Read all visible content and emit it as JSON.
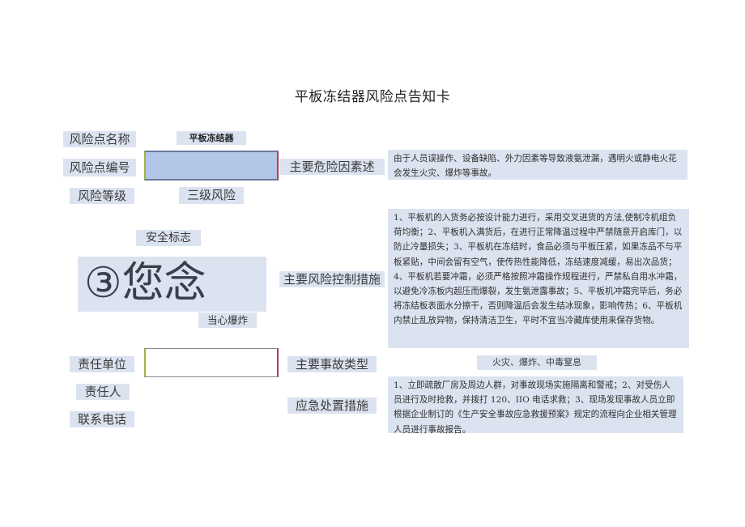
{
  "card": {
    "title": "平板冻结器风险点告知卡"
  },
  "info": {
    "risk_point_name_label": "风险点名称",
    "risk_point_name_value": "平板冻结器",
    "risk_point_code_label": "风险点编号",
    "risk_point_code_value": "",
    "risk_level_label": "风险等级",
    "risk_level_value": "三级风险"
  },
  "hazard": {
    "label": "主要危险因素述",
    "text": "由于人员误操作、设备缺陷、外力因素等导致液氨泄漏，遇明火或静电火花会发生火灾、爆炸等事故。"
  },
  "safety_sign": {
    "label": "安全标志",
    "glyph": "③您念",
    "caption": "当心爆炸"
  },
  "control": {
    "label": "主要风险控制措施",
    "text": "1、平板机的入货务必按设计能力进行，采用交叉进货的方法,使制冷机组负荷均衡；2、平板机入满货后，在进行正常降温过程中严禁随意开启库门，以防止冷量损失；3、平板机在冻结时，食品必须与平板压紧，如果冻品不与平板紧贴，中间会留有空气，使传热性能降低，冻结速度减缓，易出次品货；4、平板机若要冲霜，必须严格按照冲霜操作规程进行，严禁私自用水冲霜，以避免冷冻板内超压而爆裂，发生氨泄露事故；5、平板机冲霜完毕后，务必将冻结板表面水分擦干，否则降温后会发生结冰现象，影响传热；6、平板机内禁止乱放异物，保持清洁卫生，平时不宜当冷藏库使用来保存货物。"
  },
  "responsibility": {
    "unit_label": "责任单位",
    "unit_value": "",
    "person_label": "责任人",
    "phone_label": "联系电话"
  },
  "accident": {
    "label": "主要事故类型",
    "value": "火灾、爆炸、中毒窒息"
  },
  "emergency": {
    "label": "应急处置措施",
    "text": "1、立即疏散厂房及周边人群，对事故现场实施隔离和警戒；2、对受伤人员进行及时抢救，并拨打 120、IIO 电话求救；3、现场发现事故人员立即根据企业制订的《生产安全事故应急救援预案》规定的流程向企业相关管理人员进行事故报告。"
  },
  "colors": {
    "cell_bg": "#dce3f0",
    "input_blue": "#b4c6e7",
    "border_red": "#b33a4a",
    "border_green": "#9fb04a"
  }
}
